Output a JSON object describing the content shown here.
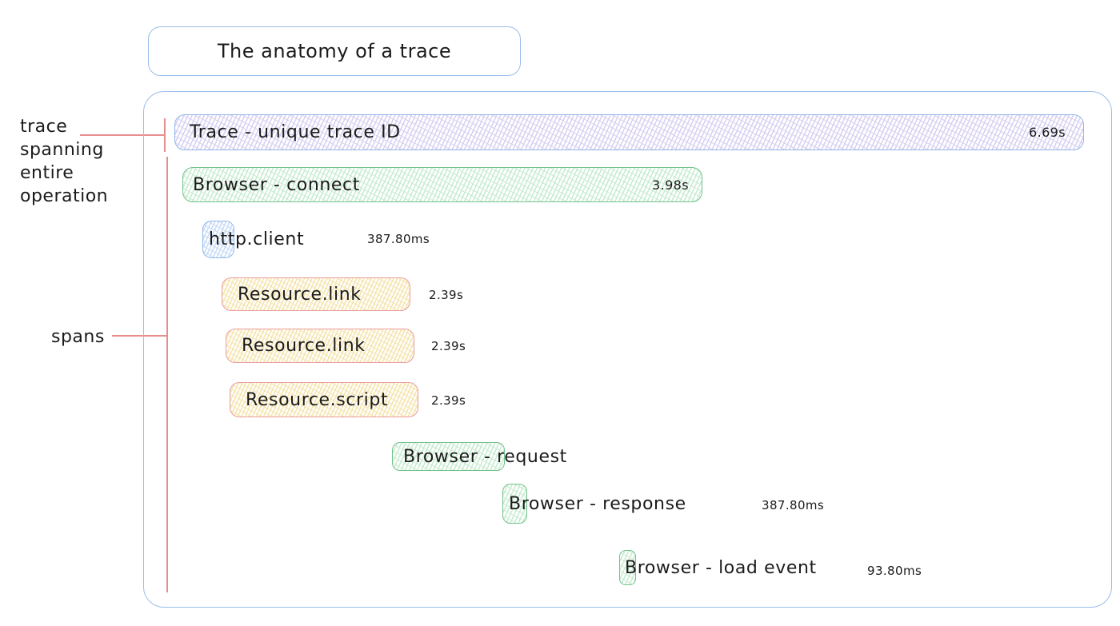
{
  "title": "The anatomy of a trace",
  "annotations": {
    "trace": {
      "lines": [
        "trace",
        "spanning",
        "entire",
        "operation"
      ]
    },
    "spans_label": "spans"
  },
  "spans": [
    {
      "label": "Trace - unique trace ID",
      "duration": "6.69s",
      "color": "purple"
    },
    {
      "label": "Browser - connect",
      "duration": "3.98s",
      "color": "green"
    },
    {
      "label": "http.client",
      "duration": "387.80ms",
      "color": "blue"
    },
    {
      "label": "Resource.link",
      "duration": "2.39s",
      "color": "yellow"
    },
    {
      "label": "Resource.link",
      "duration": "2.39s",
      "color": "yellow"
    },
    {
      "label": "Resource.script",
      "duration": "2.39s",
      "color": "yellow"
    },
    {
      "label": "Browser - request",
      "color": "green"
    },
    {
      "label": "Browser - response",
      "duration": "387.80ms",
      "color": "green"
    },
    {
      "label": "Browser - load event",
      "duration": "93.80ms",
      "color": "green"
    }
  ],
  "colors": {
    "trace_fill": "#d9d2f2",
    "trace_border": "#92b6e8",
    "green_fill": "#c9ecd2",
    "green_border": "#74c28c",
    "blue_fill": "#c9dcf6",
    "blue_border": "#90b6e8",
    "yellow_fill": "#f6e5b0",
    "yellow_border": "#eb9c9c",
    "container_border": "#9bbdea",
    "annotation_line": "#e88e8e",
    "text": "#1b1b1b"
  }
}
